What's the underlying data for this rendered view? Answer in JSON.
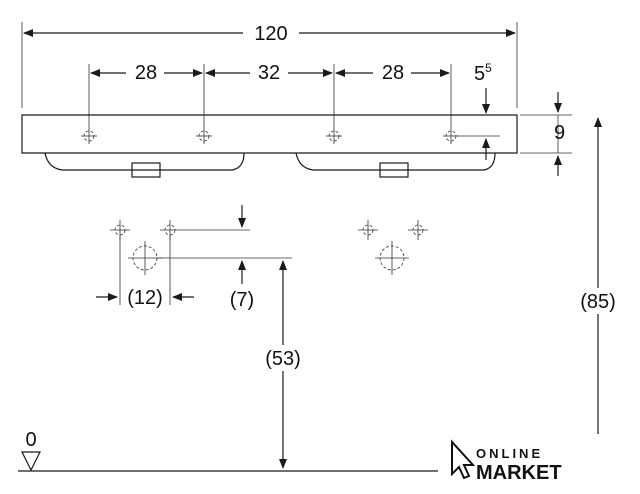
{
  "dimensions": {
    "overall_width": "120",
    "spacing_left": "28",
    "spacing_middle": "32",
    "spacing_right": "28",
    "edge_offset_base": "5",
    "edge_offset_sup": "5",
    "thickness": "9",
    "hole_spacing": "(12)",
    "hole_drop": "(7)",
    "outlet_height": "(53)",
    "total_height": "(85)",
    "floor_level": "0"
  },
  "watermark": {
    "line1": "ONLINE",
    "line2": "MARKET"
  },
  "colors": {
    "stroke": "#1a1a1a",
    "background": "#ffffff"
  }
}
